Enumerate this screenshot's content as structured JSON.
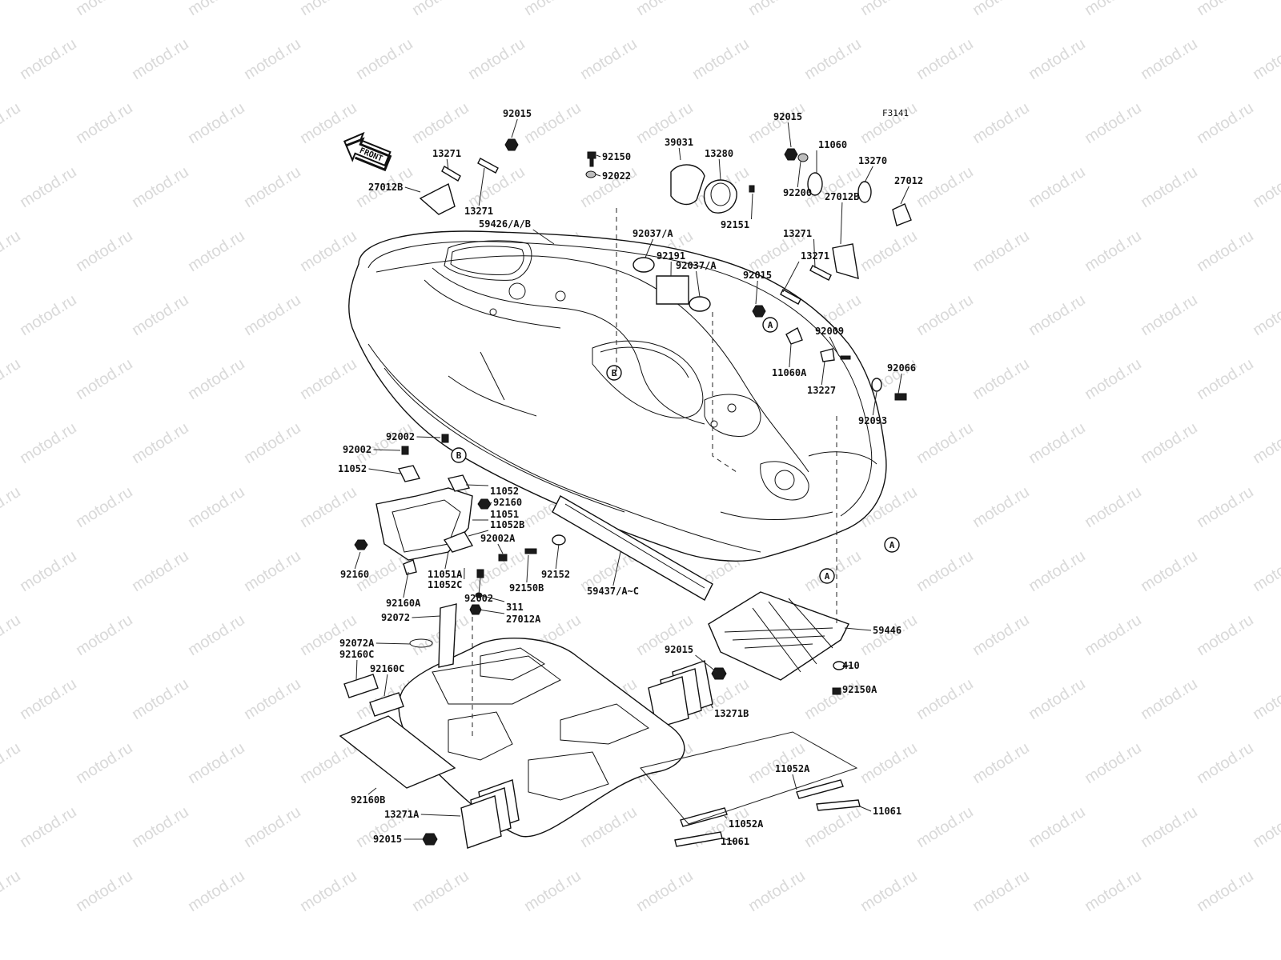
{
  "diagram": {
    "figure_code": "F3141",
    "front_marker": "FRONT",
    "watermark": "motod.ru",
    "callout_letters": [
      "A",
      "B"
    ],
    "part_labels": [
      "92015",
      "13271",
      "13271",
      "27012B",
      "92150",
      "92022",
      "59426/A/B",
      "39031",
      "13280",
      "92037/A",
      "92191",
      "92037/A",
      "92151",
      "92015",
      "92200",
      "11060",
      "13270",
      "27012",
      "27012B",
      "13271",
      "92015",
      "13271",
      "92009",
      "11060A",
      "13227",
      "92066",
      "92093",
      "92002",
      "92002",
      "11052",
      "11052",
      "92160",
      "11051",
      "11052B",
      "92002A",
      "92160",
      "11051A",
      "11052C",
      "92002",
      "92152",
      "92150B",
      "59437/A~C",
      "92160A",
      "311",
      "92072",
      "27012A",
      "92072A",
      "92160C",
      "92160C",
      "59446",
      "92015",
      "410",
      "92150A",
      "13271B",
      "92160B",
      "13271A",
      "92015",
      "11052A",
      "11052A",
      "11061",
      "11061"
    ]
  }
}
